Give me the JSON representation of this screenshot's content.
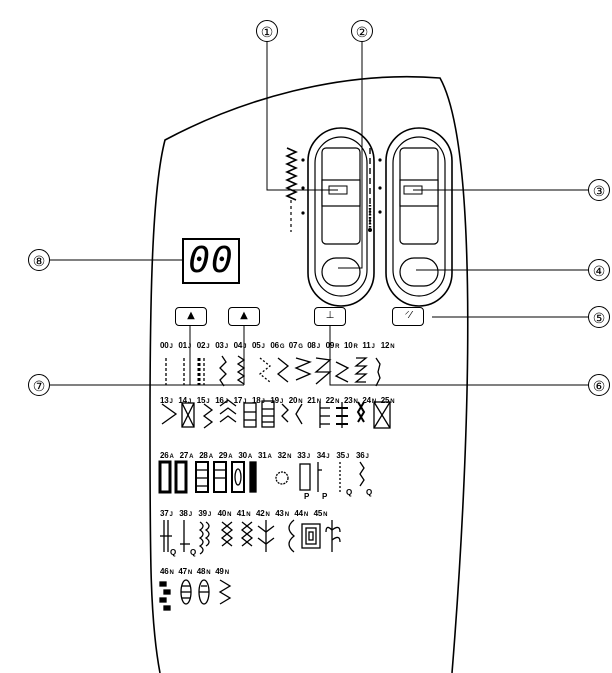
{
  "callouts": {
    "c1": "①",
    "c2": "②",
    "c3": "③",
    "c4": "④",
    "c5": "⑤",
    "c6": "⑥",
    "c7": "⑦",
    "c8": "⑧"
  },
  "display": {
    "value": "00"
  },
  "buttons": {
    "up_left": "▲",
    "up_right": "▲",
    "needle_position": "⊥",
    "reverse": "⸍⁄"
  },
  "stitches": {
    "row1": [
      {
        "n": "00",
        "t": "J"
      },
      {
        "n": "01",
        "t": "J"
      },
      {
        "n": "02",
        "t": "J"
      },
      {
        "n": "03",
        "t": "J"
      },
      {
        "n": "04",
        "t": "J"
      },
      {
        "n": "05",
        "t": "J"
      },
      {
        "n": "06",
        "t": "G"
      },
      {
        "n": "07",
        "t": "G"
      },
      {
        "n": "08",
        "t": "J"
      },
      {
        "n": "09",
        "t": "R"
      },
      {
        "n": "10",
        "t": "R"
      },
      {
        "n": "11",
        "t": "J"
      },
      {
        "n": "12",
        "t": "N"
      }
    ],
    "row2": [
      {
        "n": "13",
        "t": "J"
      },
      {
        "n": "14",
        "t": "J"
      },
      {
        "n": "15",
        "t": "J"
      },
      {
        "n": "16",
        "t": "J"
      },
      {
        "n": "17",
        "t": "J"
      },
      {
        "n": "18",
        "t": "J"
      },
      {
        "n": "19",
        "t": "J"
      },
      {
        "n": "20",
        "t": "N"
      },
      {
        "n": "21",
        "t": "N"
      },
      {
        "n": "22",
        "t": "N"
      },
      {
        "n": "23",
        "t": "N"
      },
      {
        "n": "24",
        "t": "N"
      },
      {
        "n": "25",
        "t": "N"
      }
    ],
    "row3": [
      {
        "n": "26",
        "t": "A"
      },
      {
        "n": "27",
        "t": "A"
      },
      {
        "n": "28",
        "t": "A"
      },
      {
        "n": "29",
        "t": "A"
      },
      {
        "n": "30",
        "t": "A"
      },
      {
        "n": "31",
        "t": "A"
      },
      {
        "n": "32",
        "t": "N"
      },
      {
        "n": "33",
        "t": "J"
      },
      {
        "n": "34",
        "t": "J"
      },
      {
        "n": "35",
        "t": "J"
      },
      {
        "n": "36",
        "t": "J"
      }
    ],
    "row4": [
      {
        "n": "37",
        "t": "J"
      },
      {
        "n": "38",
        "t": "J"
      },
      {
        "n": "39",
        "t": "J"
      },
      {
        "n": "40",
        "t": "N"
      },
      {
        "n": "41",
        "t": "N"
      },
      {
        "n": "42",
        "t": "N"
      },
      {
        "n": "43",
        "t": "N"
      },
      {
        "n": "44",
        "t": "N"
      },
      {
        "n": "45",
        "t": "N"
      }
    ],
    "row5": [
      {
        "n": "46",
        "t": "N"
      },
      {
        "n": "47",
        "t": "N"
      },
      {
        "n": "48",
        "t": "N"
      },
      {
        "n": "49",
        "t": "N"
      }
    ],
    "foot_letters": {
      "a": "P",
      "b": "P",
      "c": "Q",
      "d": "Q",
      "e": "Q",
      "f": "Q"
    }
  }
}
